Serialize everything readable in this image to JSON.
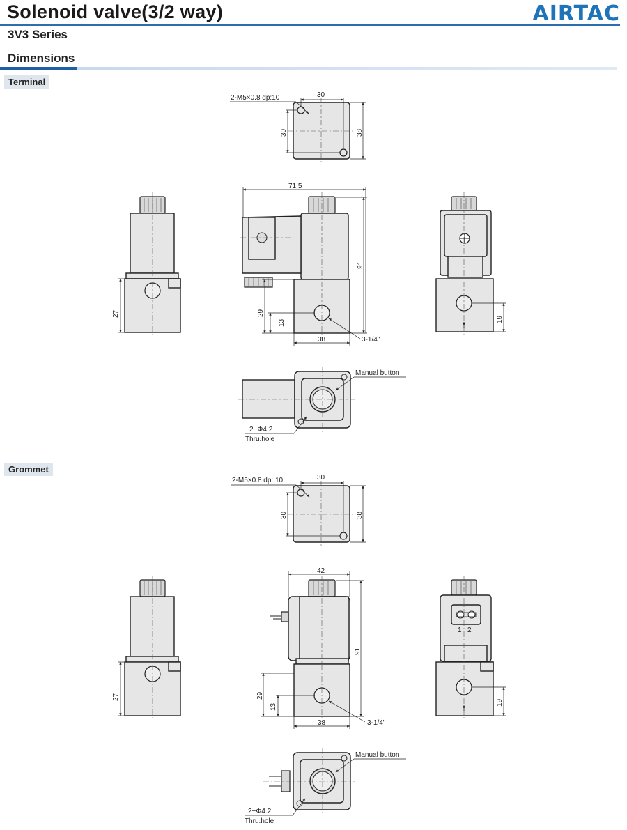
{
  "header": {
    "title": "Solenoid valve(3/2 way)",
    "brand": "AIRTAC",
    "series": "3V3 Series",
    "section": "Dimensions"
  },
  "terminal": {
    "tag": "Terminal",
    "top_hole_label": "2-M5×0.8 dp:10",
    "width_top": "30",
    "side_left": "30",
    "side_right": "38",
    "overall_width": "71.5",
    "height": "91",
    "left_height": "27",
    "port_height": "29",
    "port_center": "13",
    "bottom_width": "38",
    "port_label": "3-1/4\"",
    "right_height": "19",
    "manual_label": "Manual button",
    "thru_hole_label": "2−Φ4.2",
    "thru_hole_sub": "Thru.hole"
  },
  "grommet": {
    "tag": "Grommet",
    "top_hole_label": "2-M5×0.8 dp: 10",
    "width_top": "30",
    "side_left": "30",
    "side_right": "38",
    "overall_width": "42",
    "height": "91",
    "left_height": "27",
    "port_height": "29",
    "port_center": "13",
    "bottom_width": "38",
    "port_label": "3-1/4\"",
    "right_height": "19",
    "pin1": "1",
    "pin2": "2",
    "manual_label": "Manual button",
    "thru_hole_label": "2−Φ4.2",
    "thru_hole_sub": "Thru.hole"
  }
}
